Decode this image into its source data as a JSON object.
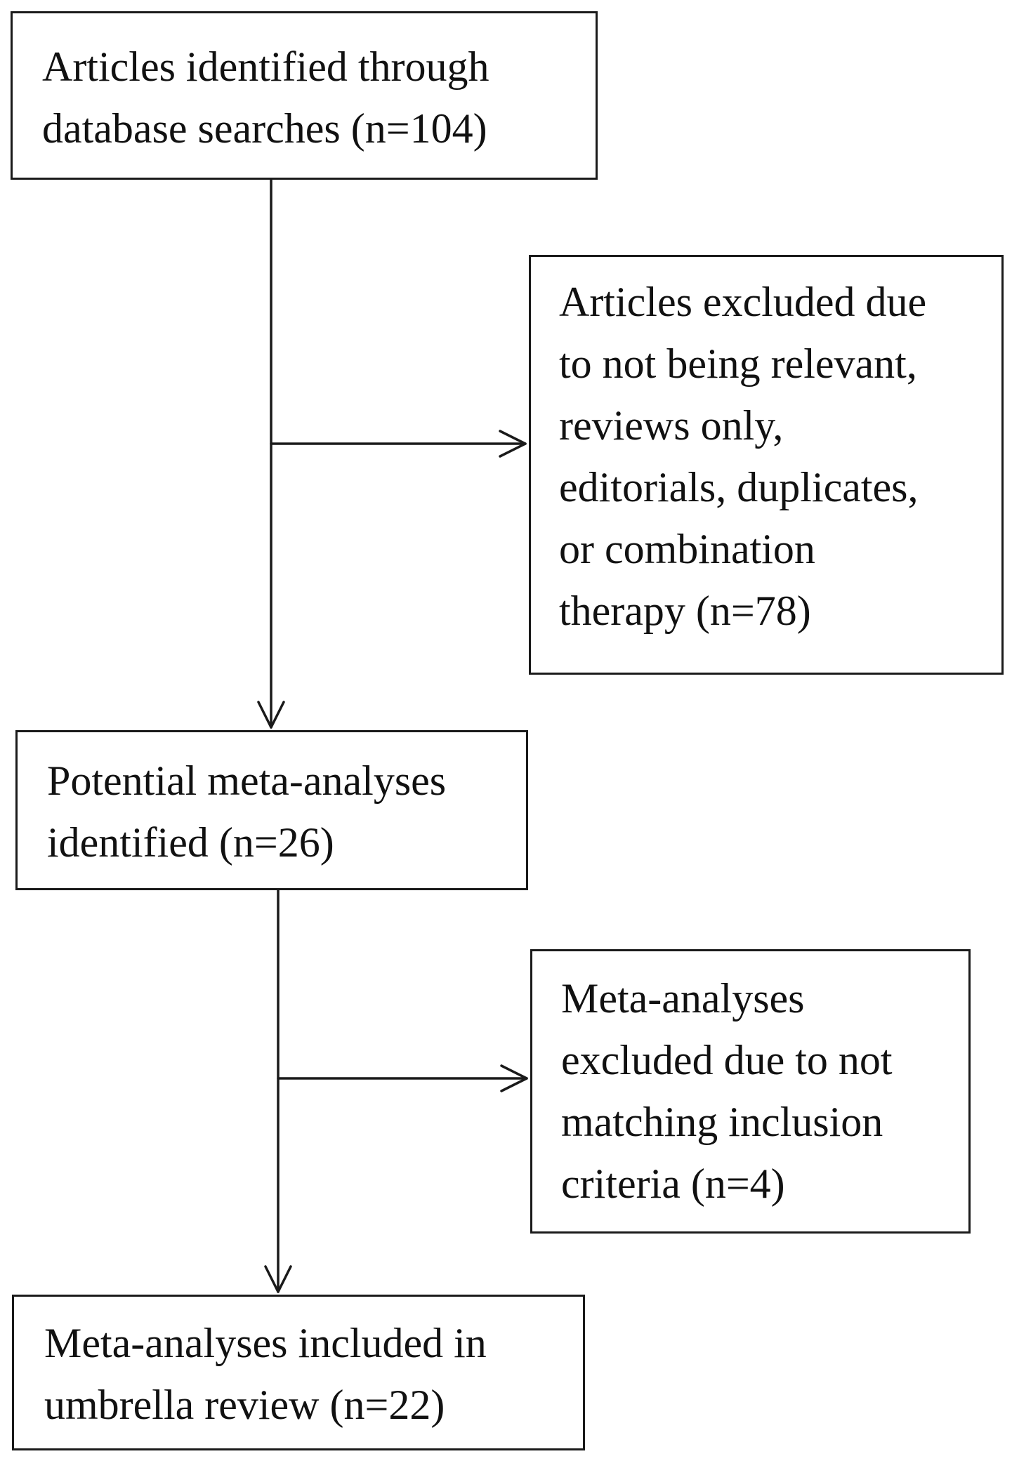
{
  "flowchart": {
    "identified": {
      "line1": "Articles identified through",
      "line2": "database searches (n=104)"
    },
    "excluded_articles": {
      "line1": "Articles excluded due",
      "line2": "to not being relevant,",
      "line3": "reviews only,",
      "line4": "editorials, duplicates,",
      "line5": "or combination",
      "line6": "therapy (n=78)"
    },
    "potential": {
      "line1": "Potential meta-analyses",
      "line2": "identified (n=26)"
    },
    "excluded_meta": {
      "line1": "Meta-analyses",
      "line2": "excluded due to not",
      "line3": "matching inclusion",
      "line4": "criteria (n=4)"
    },
    "included": {
      "line1": "Meta-analyses included in",
      "line2": "umbrella review (n=22)"
    }
  },
  "colors": {
    "line": "#1a1a1a",
    "background": "#ffffff"
  }
}
